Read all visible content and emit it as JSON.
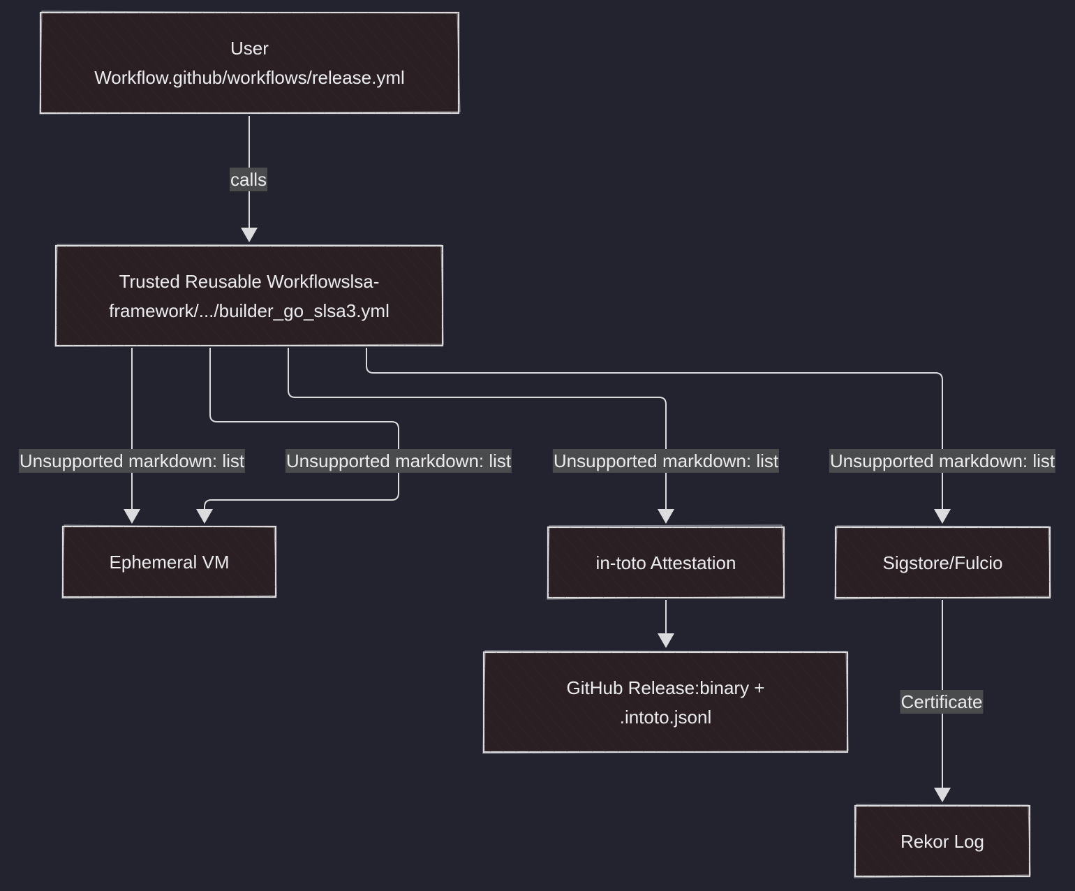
{
  "diagram": {
    "nodes": {
      "user_workflow": {
        "line1": "User",
        "line2": "Workflow.github/workflows/release.yml"
      },
      "trusted_reusable": {
        "line1": "Trusted Reusable Workflowslsa-",
        "line2": "framework/.../builder_go_slsa3.yml"
      },
      "ephemeral_vm": {
        "label": "Ephemeral VM"
      },
      "in_toto": {
        "label": "in-toto Attestation"
      },
      "sigstore": {
        "label": "Sigstore/Fulcio"
      },
      "github_release": {
        "line1": "GitHub Release:binary +",
        "line2": ".intoto.jsonl"
      },
      "rekor": {
        "label": "Rekor Log"
      }
    },
    "edges": {
      "calls": "calls",
      "list_1": "Unsupported markdown: list",
      "list_2": "Unsupported markdown: list",
      "list_3": "Unsupported markdown: list",
      "list_4": "Unsupported markdown: list",
      "certificate": "Certificate"
    }
  },
  "colors": {
    "background": "#23222f",
    "node_fill": "#2a2024",
    "stroke": "#dcdcde",
    "edge_label_bg": "#494b4c",
    "text": "#ecebee"
  }
}
